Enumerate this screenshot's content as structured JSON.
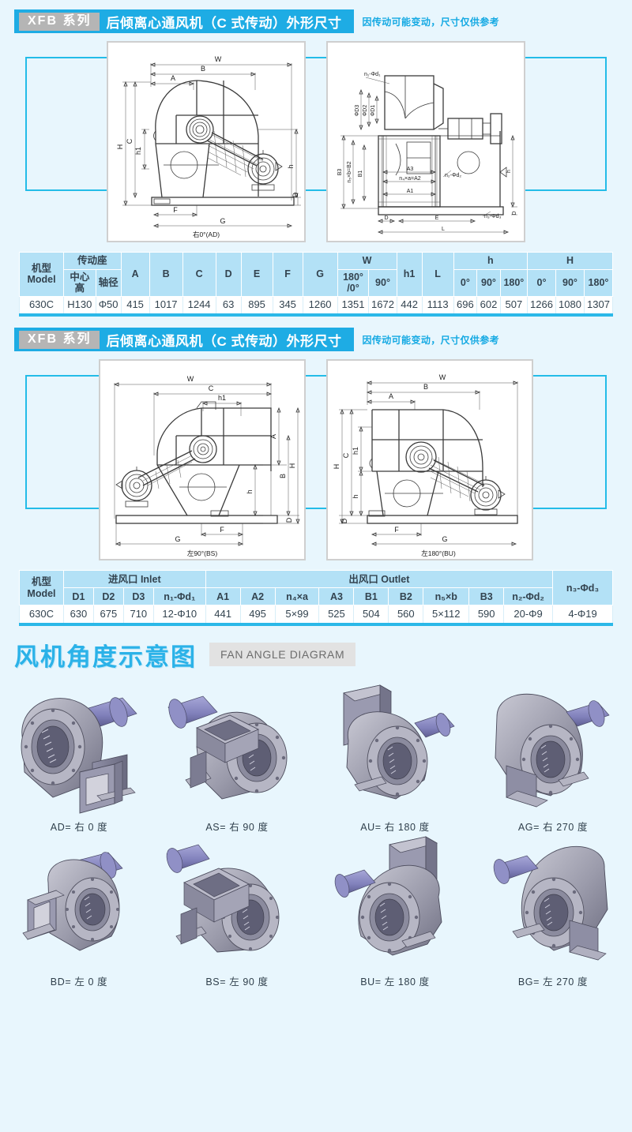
{
  "sections": [
    {
      "badge": "XFB 系列",
      "title": "后倾离心通风机（C 式传动）外形尺寸",
      "note": "因传动可能变动，尺寸仅供参考",
      "drawings": [
        {
          "caption": "右0°(AD)",
          "view": "side"
        },
        {
          "caption": "",
          "view": "plan"
        }
      ]
    },
    {
      "badge": "XFB 系列",
      "title": "后倾离心通风机（C 式传动）外形尺寸",
      "note": "因传动可能变动，尺寸仅供参考",
      "drawings": [
        {
          "caption": "左90°(BS)",
          "view": "side-bs"
        },
        {
          "caption": "左180°(BU)",
          "view": "side-bu"
        }
      ]
    }
  ],
  "table1": {
    "group_headers": {
      "model": "机型\nModel",
      "drive_base": "传动座",
      "center_height": "中心高",
      "shaft_dia": "轴径",
      "W": "W",
      "h1": "h1",
      "L": "L",
      "h": "h",
      "H": "H"
    },
    "columns": [
      "A",
      "B",
      "C",
      "D",
      "E",
      "F",
      "G"
    ],
    "W_subs": [
      "180° /0°",
      "90°"
    ],
    "h_subs": [
      "0°",
      "90°",
      "180°"
    ],
    "H_subs": [
      "0°",
      "90°",
      "180°"
    ],
    "row": {
      "model": "630C",
      "center_height": "H130",
      "shaft_dia": "Φ50",
      "A": "415",
      "B": "1017",
      "C": "1244",
      "D": "63",
      "E": "895",
      "F": "345",
      "G": "1260",
      "W_180_0": "1351",
      "W_90": "1672",
      "h1": "442",
      "L": "1113",
      "h_0": "696",
      "h_90": "602",
      "h_180": "507",
      "H_0": "1266",
      "H_90": "1080",
      "H_180": "1307"
    }
  },
  "table2": {
    "group_headers": {
      "model": "机型\nModel",
      "inlet": "进风口 Inlet",
      "outlet": "出风口 Outlet",
      "n3d3": "n₃-Φd₃"
    },
    "inlet_cols": [
      "D1",
      "D2",
      "D3",
      "n₁-Φd₁"
    ],
    "outlet_cols": [
      "A1",
      "A2",
      "n₄×a",
      "A3",
      "B1",
      "B2",
      "n₅×b",
      "B3",
      "n₂-Φd₂"
    ],
    "row": {
      "model": "630C",
      "D1": "630",
      "D2": "675",
      "D3": "710",
      "n1d1": "12-Φ10",
      "A1": "441",
      "A2": "495",
      "n4a": "5×99",
      "A3": "525",
      "B1": "504",
      "B2": "560",
      "n5b": "5×112",
      "B3": "590",
      "n2d2": "20-Φ9",
      "n3d3": "4-Φ19"
    }
  },
  "fan_angle": {
    "title_cn": "风机角度示意图",
    "title_en": "FAN ANGLE DIAGRAM",
    "items": [
      {
        "label": "AD= 右 0 度",
        "variant": "ad"
      },
      {
        "label": "AS= 右 90 度",
        "variant": "as"
      },
      {
        "label": "AU= 右 180 度",
        "variant": "au"
      },
      {
        "label": "AG= 右 270 度",
        "variant": "ag"
      },
      {
        "label": "BD= 左 0 度",
        "variant": "bd"
      },
      {
        "label": "BS= 左 90 度",
        "variant": "bs"
      },
      {
        "label": "BU= 左 180 度",
        "variant": "bu"
      },
      {
        "label": "BG= 左 270 度",
        "variant": "bg"
      }
    ]
  },
  "drawing_labels": {
    "side": [
      "W",
      "B",
      "A",
      "H",
      "C",
      "h1",
      "h",
      "F",
      "G",
      "D"
    ],
    "plan": [
      "n₁-Φd₁",
      "ΦD3",
      "ΦD2",
      "ΦD1",
      "B3",
      "n₅×b=B2",
      "B1",
      "A3",
      "n₄×a=A2",
      "A1",
      "D",
      "E",
      "L",
      "h",
      "n₂-Φd₂",
      "n₃-Φd₃"
    ]
  },
  "colors": {
    "page_bg": "#e8f6fd",
    "accent": "#1eace4",
    "badge_bg": "#b5b5b5",
    "table_header_bg": "#b3e1f6",
    "frame": "#23bce8",
    "fan_body": "#9a9aa8",
    "fan_motor": "#8282b4"
  }
}
